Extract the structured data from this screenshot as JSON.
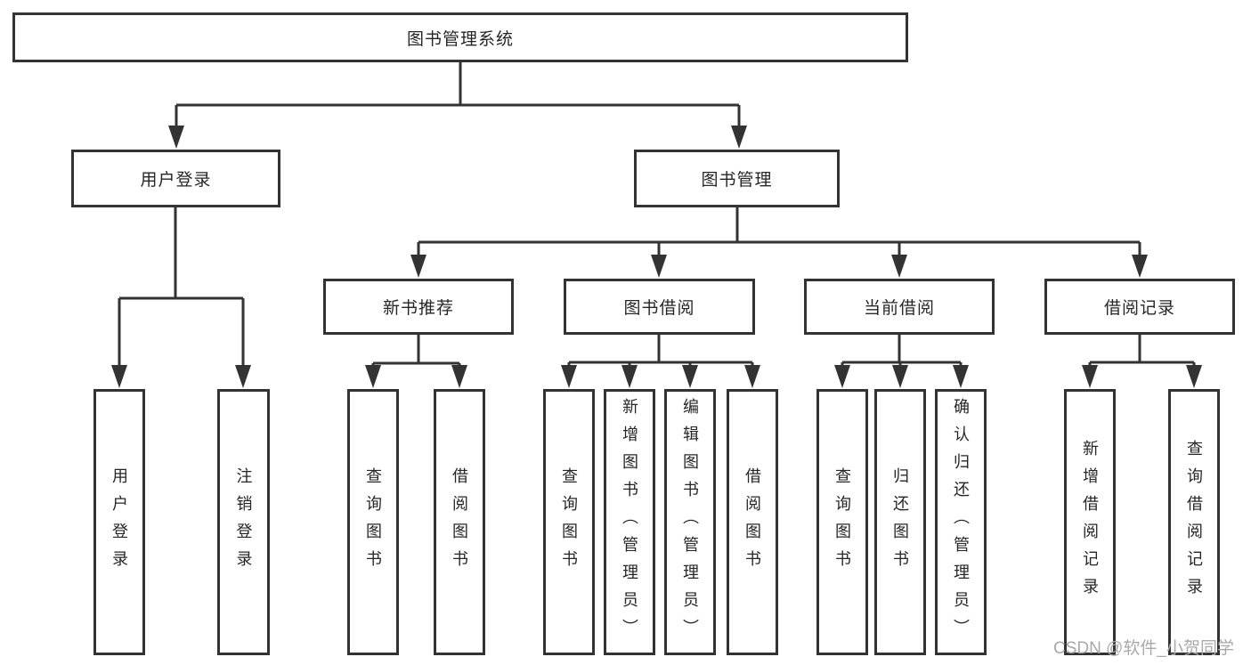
{
  "colors": {
    "line": "#333333",
    "text": "#262626",
    "watermark": "#a9a9a9",
    "background": "#ffffff"
  },
  "tree": {
    "root": {
      "label": "图书管理系统"
    },
    "branches": [
      {
        "label": "用户登录",
        "children": [
          {
            "label": "用户登录"
          },
          {
            "label": "注销登录"
          }
        ]
      },
      {
        "label": "图书管理",
        "groups": [
          {
            "label": "新书推荐",
            "children": [
              {
                "label": "查询图书"
              },
              {
                "label": "借阅图书"
              }
            ]
          },
          {
            "label": "图书借阅",
            "children": [
              {
                "label": "查询图书"
              },
              {
                "label": "新增图书（管理员）"
              },
              {
                "label": "编辑图书（管理员）"
              },
              {
                "label": "借阅图书"
              }
            ]
          },
          {
            "label": "当前借阅",
            "children": [
              {
                "label": "查询图书"
              },
              {
                "label": "归还图书"
              },
              {
                "label": "确认归还（管理员）"
              }
            ]
          },
          {
            "label": "借阅记录",
            "children": [
              {
                "label": "新增借阅记录"
              },
              {
                "label": "查询借阅记录"
              }
            ]
          }
        ]
      }
    ]
  },
  "watermark": "CSDN @软件_小贺同学"
}
